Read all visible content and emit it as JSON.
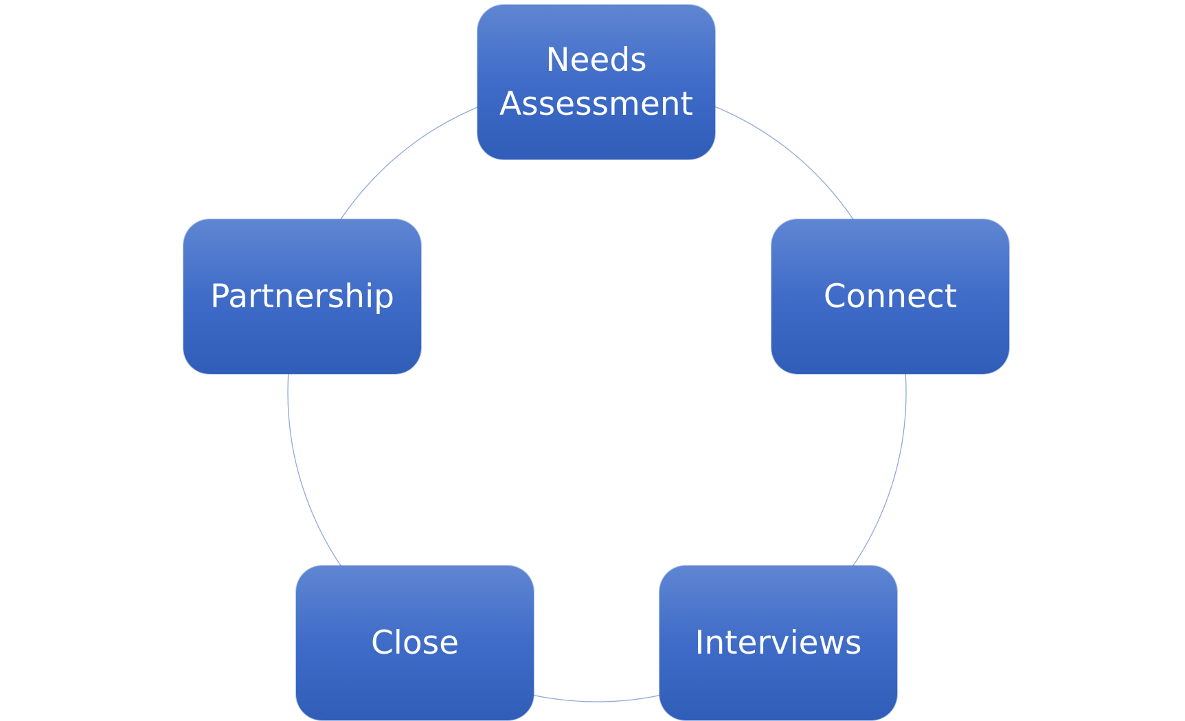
{
  "diagram": {
    "type": "cycle",
    "ring_color": "#8fa8dc",
    "box_color": "#4472c4",
    "text_color": "#ffffff",
    "steps": [
      {
        "label": "Needs\nAssessment"
      },
      {
        "label": "Connect"
      },
      {
        "label": "Interviews"
      },
      {
        "label": "Close"
      },
      {
        "label": "Partnership"
      }
    ]
  }
}
